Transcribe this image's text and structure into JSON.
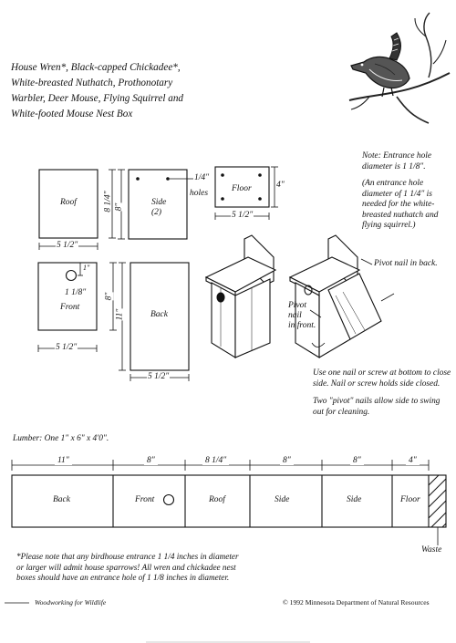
{
  "title_lines": [
    "House Wren*, Black-capped Chickadee*,",
    "White-breasted Nuthatch, Prothonotary",
    "Warbler, Deer Mouse, Flying Squirrel and",
    "White-footed Mouse Nest Box"
  ],
  "note_entrance": [
    "Note: Entrance hole",
    "diameter is 1 1/8\"."
  ],
  "note_larger": [
    "(An entrance hole",
    "diameter of 1 1/4\" is",
    "needed for the white-",
    "breasted nuthatch and",
    "flying squirrel.)"
  ],
  "parts": {
    "roof": {
      "label": "Roof",
      "height": "8 1/4\"",
      "width": "5 1/2\""
    },
    "side": {
      "label": "Side",
      "count": "(2)",
      "height": "8\"",
      "holes_dim": "1/4\"",
      "holes_label": "holes"
    },
    "floor": {
      "label": "Floor",
      "height": "4\"",
      "width": "5 1/2\""
    },
    "front": {
      "label": "Front",
      "hole": "1 1/8\"",
      "hole_offset": "1\"",
      "height": "8\"",
      "width": "5 1/2\""
    },
    "back": {
      "label": "Back",
      "height": "11\"",
      "width": "5 1/2\""
    }
  },
  "assembly": {
    "pivot_back": "Pivot nail in back.",
    "pivot_front": [
      "Pivot",
      "nail",
      "in front."
    ]
  },
  "instructions": [
    [
      "Use one nail or screw at bottom to close",
      "side. Nail or screw holds side closed."
    ],
    [
      "Two \"pivot\" nails allow side to swing",
      "out for cleaning."
    ]
  ],
  "lumber": "Lumber: One 1\" x 6\" x 4'0\".",
  "board": {
    "segments": [
      {
        "label": "Back",
        "length": "11\""
      },
      {
        "label": "Front",
        "length": "8\""
      },
      {
        "label": "Roof",
        "length": "8 1/4\""
      },
      {
        "label": "Side",
        "length": "8\""
      },
      {
        "label": "Side",
        "length": "8\""
      },
      {
        "label": "Floor",
        "length": "4\""
      }
    ],
    "waste": "Waste"
  },
  "footnote": [
    "*Please note that any birdhouse entrance 1 1/4 inches in diameter",
    "or larger will admit house sparrows! All wren and chickadee nest",
    "boxes should have an entrance hole of 1 1/8 inches in diameter."
  ],
  "footer_left": "Woodworking for Wildlife",
  "footer_right": "© 1992 Minnesota Department of Natural Resources"
}
